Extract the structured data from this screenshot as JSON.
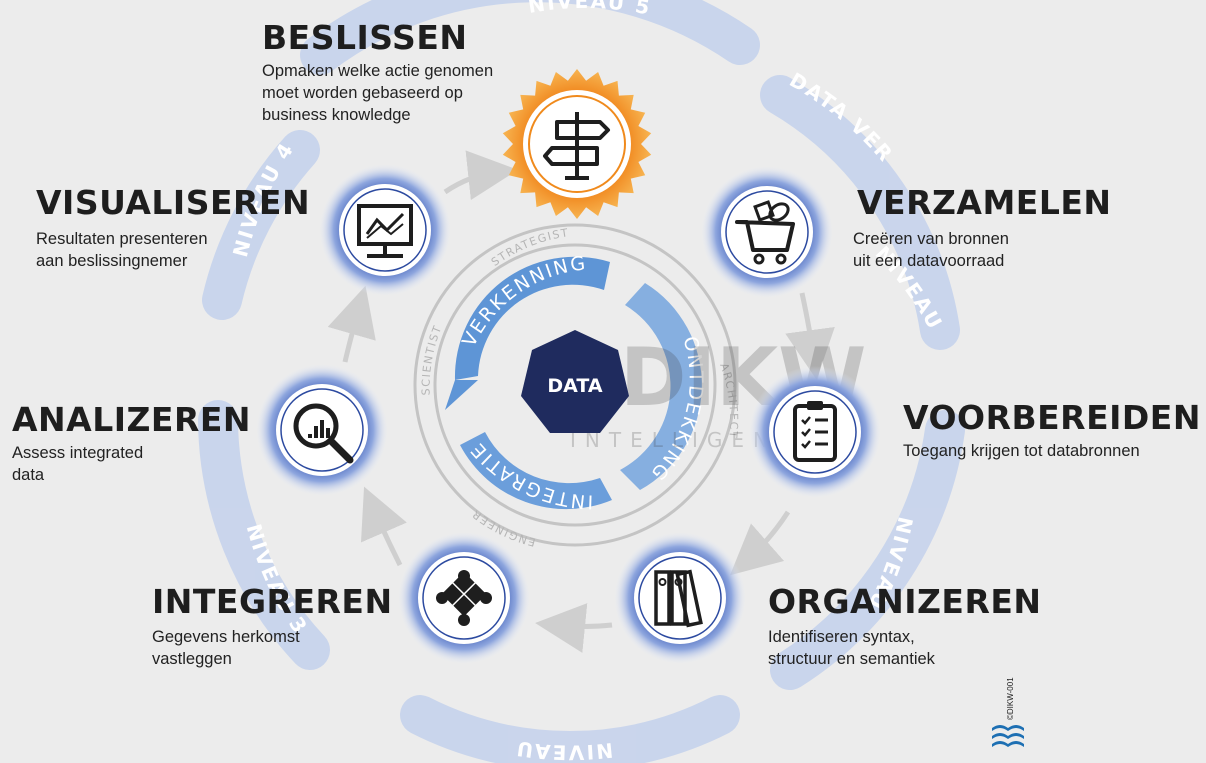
{
  "center": {
    "label": "DATA",
    "color": "#1e2a5c"
  },
  "watermark": {
    "brand": "DIKW",
    "sub": "INTELLIGENCE"
  },
  "levels": {
    "niveau5": "NIVEAU 5",
    "niveau4": "NIVEAU 4",
    "niveau3": "NIVEAU 3",
    "niveau2": "NIVEAU 2",
    "niveau1": "NIVEAU",
    "data_ver": "DATA VER",
    "niveau_partial": "NIVEAU"
  },
  "inner_ring": {
    "verkenning": "VERKENNING",
    "ontdekking": "ONTDEKKING",
    "integratie": "INTEGRATIE",
    "strategist": "STRATEGIST",
    "scientist": "SCIENTIST",
    "architect": "ARCHITECT",
    "engineer": "ENGINEER"
  },
  "steps": {
    "beslissen": {
      "title": "BESLISSEN",
      "desc": "Opmaken welke actie genomen\nmoet worden gebaseerd op\nbusiness knowledge",
      "icon": "signpost-icon"
    },
    "verzamelen": {
      "title": "VERZAMELEN",
      "desc": "Creëren van bronnen\nuit een datavoorraad",
      "icon": "shopping-cart-icon"
    },
    "voorbereiden": {
      "title": "VOORBEREIDEN",
      "desc": "Toegang krijgen tot databronnen",
      "icon": "clipboard-checklist-icon"
    },
    "organizeren": {
      "title": "ORGANIZEREN",
      "desc": "Identifiseren syntax,\nstructuur en semantiek",
      "icon": "binders-icon"
    },
    "integreren": {
      "title": "INTEGREREN",
      "desc": "Gegevens herkomst\nvastleggen",
      "icon": "puzzle-icon"
    },
    "analizeren": {
      "title": "ANALIZEREN",
      "desc": "Assess integrated\ndata",
      "icon": "magnifier-chart-icon"
    },
    "visualiseren": {
      "title": "VISUALISEREN",
      "desc": "Resultaten presenteren\naan beslissingnemer",
      "icon": "monitor-chart-icon"
    }
  },
  "copyright": "©DIKW-001",
  "colors": {
    "accent": "#f08a1c",
    "node": "#2c4aa0",
    "ring": "#c9d6ee",
    "inner": "#5b8fd0"
  }
}
